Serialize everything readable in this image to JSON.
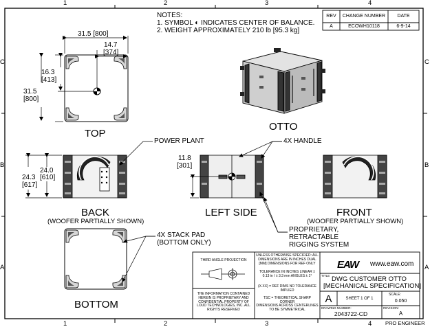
{
  "sheet": {
    "zones_top": [
      "1",
      "2",
      "3",
      "4"
    ],
    "zones_bottom": [
      "1",
      "2",
      "3",
      "4"
    ],
    "zones_left": [
      "C",
      "B",
      "A"
    ],
    "zones_right": [
      "C",
      "B",
      "A"
    ]
  },
  "notes": {
    "heading": "NOTES:",
    "line1": "1. SYMBOL",
    "line1b": "INDICATES CENTER OF BALANCE.",
    "line2": "2. WEIGHT APPROXIMATELY 210 lb [95.3 kg]"
  },
  "revision_table": {
    "headers": [
      "REV",
      "CHANGE NUMBER",
      "DATE"
    ],
    "row": [
      "A",
      "ECOWH10118",
      "6-9-14"
    ]
  },
  "views": {
    "top": {
      "label": "TOP",
      "width_dim": "31.5 [800]",
      "offset_x": "14.7",
      "offset_x_mm": "[374]",
      "offset_y": "16.3",
      "offset_y_mm": "[413]",
      "depth_dim": "31.5",
      "depth_dim_mm": "[800]"
    },
    "otto": {
      "label": "OTTO"
    },
    "back": {
      "label": "BACK",
      "sublabel": "(WOOFER PARTIALLY SHOWN)",
      "outer_h": "24.3",
      "outer_h_mm": "[617]",
      "inner_h": "24.0",
      "inner_h_mm": "[610]"
    },
    "left_side": {
      "label": "LEFT SIDE",
      "cog_h": "11.8",
      "cog_h_mm": "[301]"
    },
    "front": {
      "label": "FRONT",
      "sublabel": "(WOOFER PARTIALLY SHOWN)"
    },
    "bottom": {
      "label": "BOTTOM"
    }
  },
  "callouts": {
    "power_plant": "POWER PLANT",
    "handle": "4X HANDLE",
    "rigging_1": "PROPRIETARY,",
    "rigging_2": "RETRACTABLE",
    "rigging_3": "RIGGING SYSTEM",
    "stack_pad_1": "4X STACK PAD",
    "stack_pad_2": "(BOTTOM ONLY)"
  },
  "title_block": {
    "projection": "THIRD ANGLE PROJECTION",
    "proprietary": "THE INFORMATION CONTAINED HEREIN IS PROPRIETARY AND CONFIDENTIAL PROPERTY OF LOUD TECHNOLOGIES, INC. ALL RIGHTS RESERVED",
    "tolerance_1": "UNLESS OTHERWISE SPECIFIED: ALL DIMENSIONS ARE IN INCHES DUAL [MM] DIMENSIONS FOR REF ONLY",
    "tolerance_2": "TOLERANCE IN INCHES LINEAR ± 0.13 in / ± 3.3 mm ANGLES ± 1°",
    "tolerance_3": "(X.XX) = REF DIMS NO TOLERANCE IMPLIED",
    "tolerance_4": "TSC = THEORETICAL SHARP CORNER",
    "tolerance_5": "DIMENSIONS ACROSS CENTERLINES TO BE SYMMETRICAL",
    "logo": "EAW",
    "website": "www.eaw.com",
    "title_label": "TITLE",
    "title_1": "DWG CUSTOMER OTTO",
    "title_2": "[MECHANICAL SPECIFICATION]",
    "size": "A",
    "sheet": "SHEET 1 OF 1",
    "scale_label": "SCALE:",
    "scale": "0.050",
    "drawing_number_label": "DRAWING NUMBER:",
    "drawing_number": "2043722-CD",
    "revision_label": "REVISION:",
    "revision": "A",
    "software": "PRO ENGINEER"
  }
}
